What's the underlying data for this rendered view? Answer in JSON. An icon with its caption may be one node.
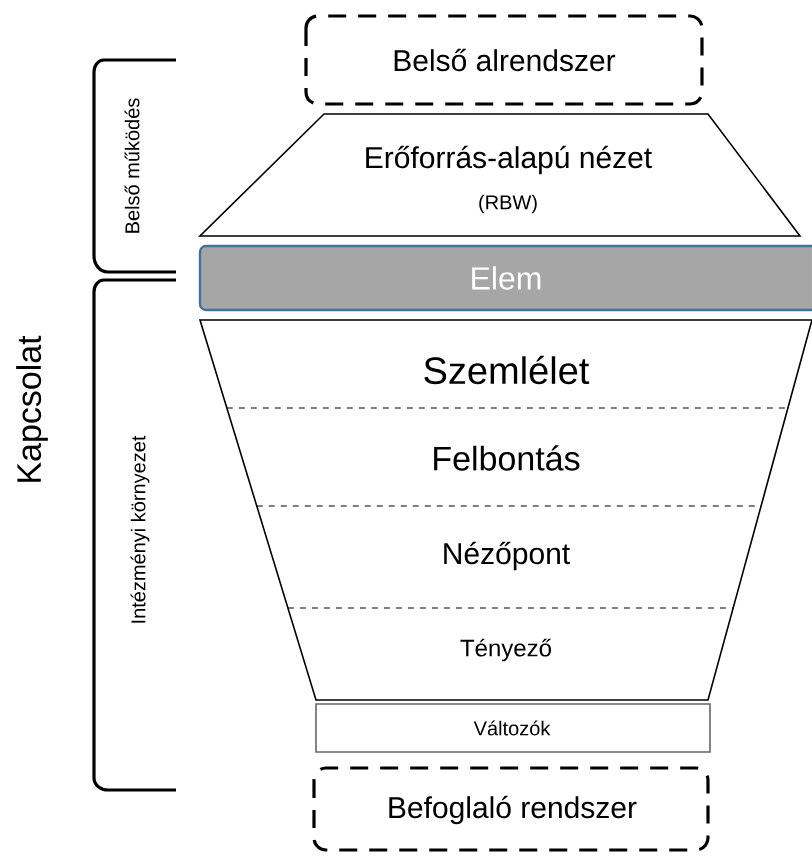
{
  "diagram": {
    "nodes": [
      {
        "text": [
          "Belső alrendszer"
        ]
      },
      {
        "text": [
          "Erőforrás-alapú nézet",
          "(RBW)"
        ]
      },
      {
        "text": [
          "Elem"
        ]
      },
      {
        "text": [
          "Szemlélet",
          "Felbontás",
          "Nézőpont",
          "Tényező"
        ]
      },
      {
        "text": [
          "Változók"
        ]
      },
      {
        "text": [
          "Befoglaló rendszer"
        ]
      }
    ],
    "labels": [
      "Kapcsolat",
      "Belső működés",
      "Intézményi környezet"
    ]
  }
}
